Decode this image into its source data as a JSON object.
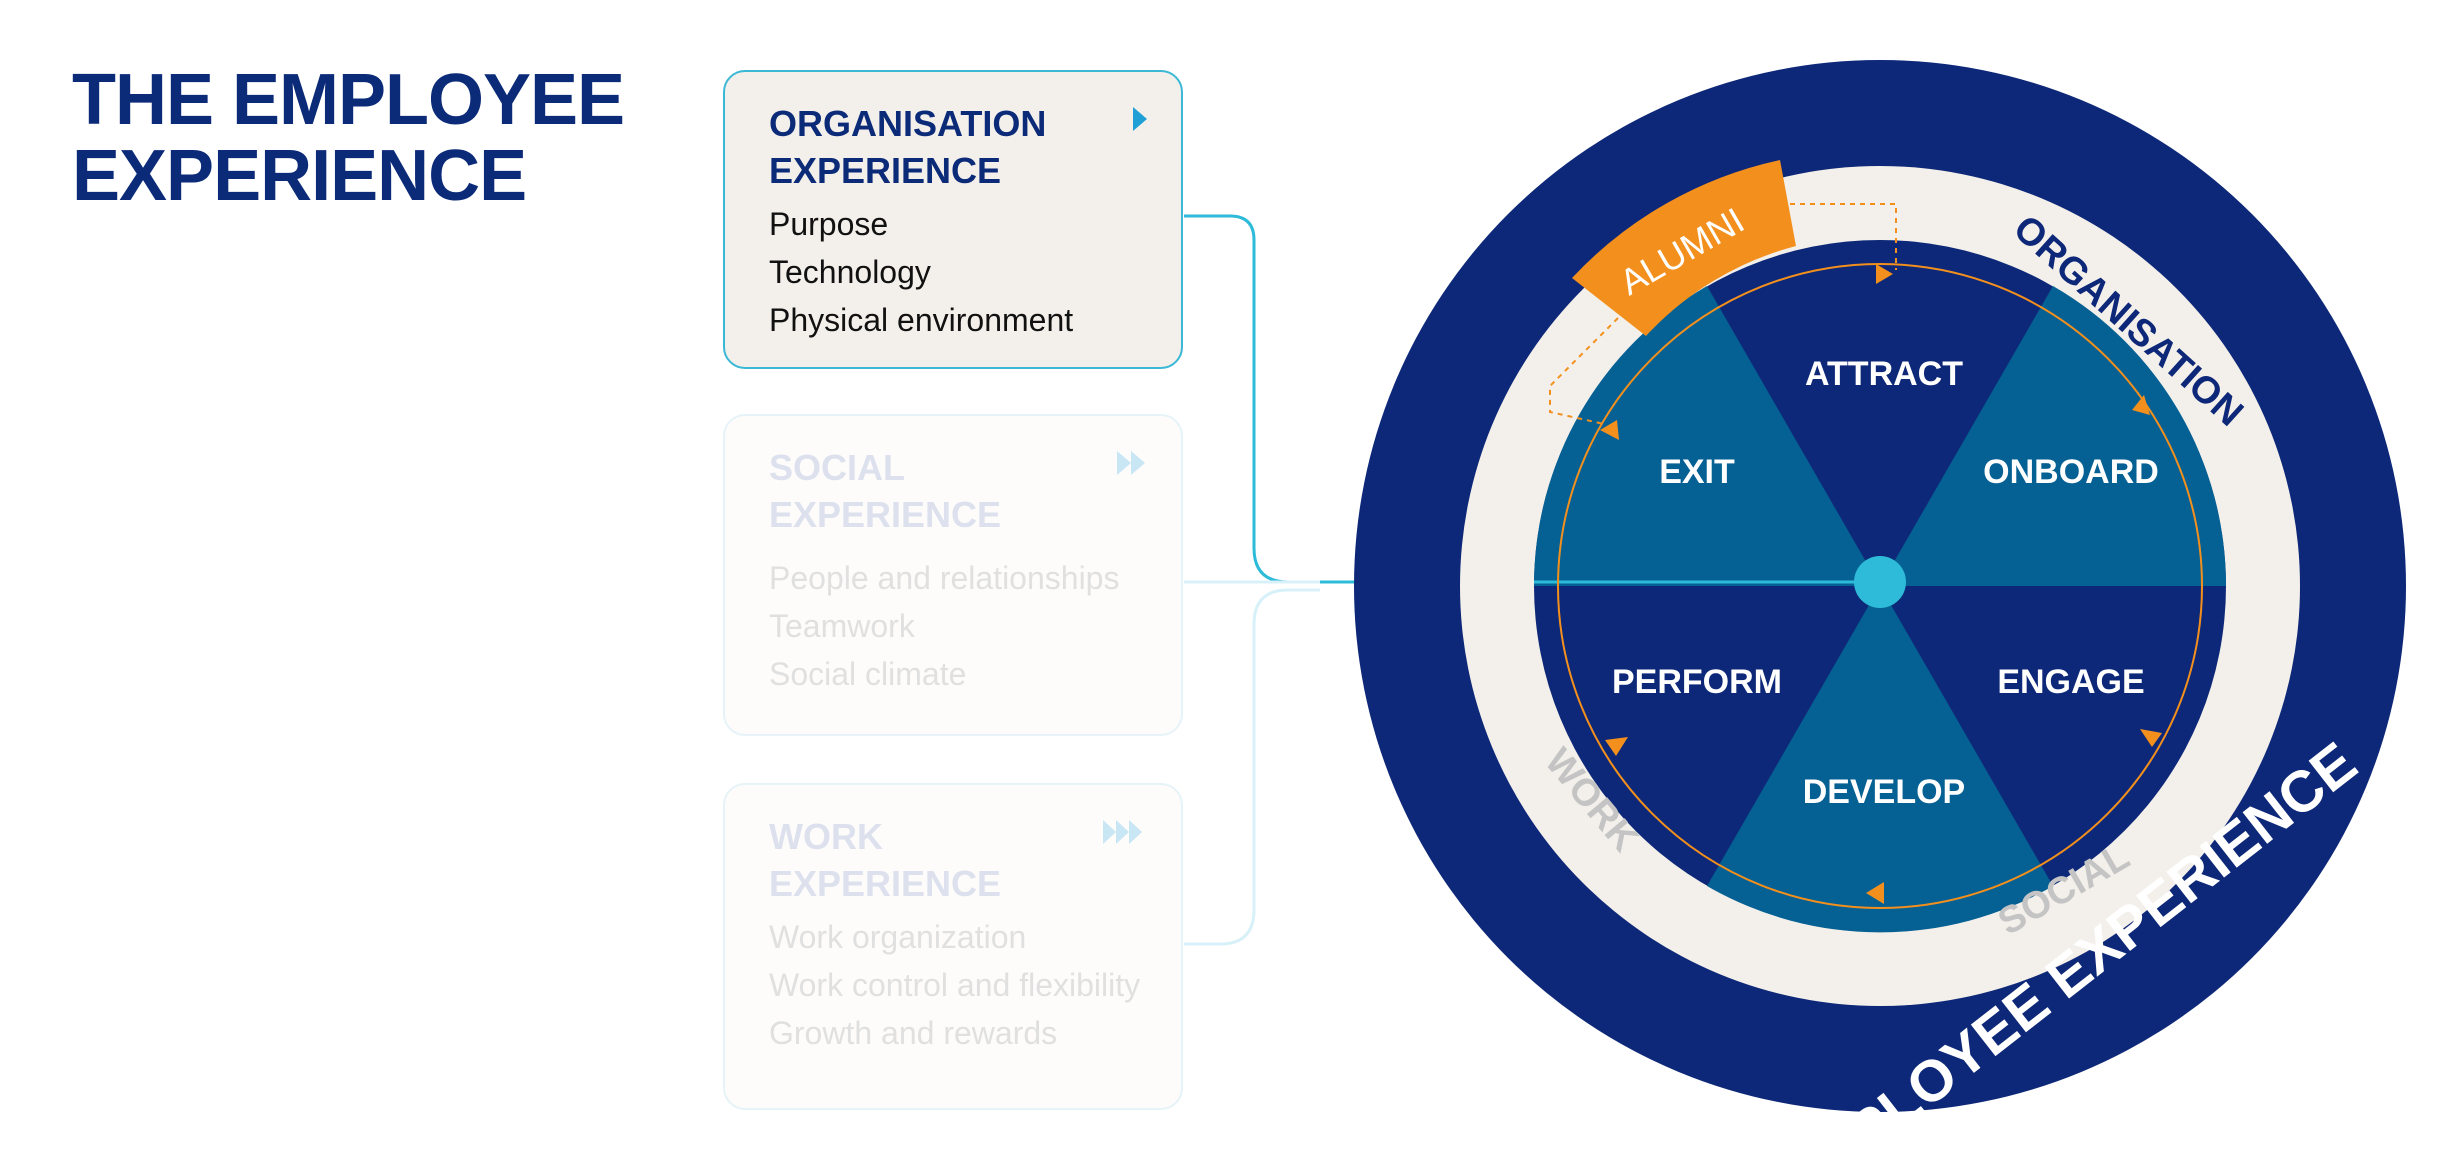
{
  "title": {
    "line1": "THE EMPLOYEE",
    "line2": "EXPERIENCE"
  },
  "cards": {
    "organisation": {
      "title_line1": "ORGANISATION",
      "title_line2": "EXPERIENCE",
      "items": [
        "Purpose",
        "Technology",
        "Physical environment"
      ]
    },
    "social": {
      "title_line1": "SOCIAL",
      "title_line2": "EXPERIENCE",
      "items": [
        "People and relationships",
        "Teamwork",
        "Social climate"
      ]
    },
    "work": {
      "title_line1": "WORK",
      "title_line2": "EXPERIENCE",
      "items": [
        "Work organization",
        "Work control and flexibility",
        "Growth and rewards"
      ]
    }
  },
  "wheel": {
    "segments": {
      "attract": "ATTRACT",
      "onboard": "ONBOARD",
      "engage": "ENGAGE",
      "develop": "DEVELOP",
      "perform": "PERFORM",
      "exit": "EXIT"
    },
    "ring_labels": {
      "organisation": "ORGANISATION",
      "social": "SOCIAL",
      "work": "WORK",
      "alumni": "ALUMNI"
    },
    "outer_label": "EMPLOYEE EXPERIENCE"
  },
  "colors": {
    "navy": "#0d2878",
    "segment_blue": "#056094",
    "light_ring": "#f3efea",
    "orange": "#f3901d",
    "cyan": "#2ebbd9",
    "title_navy": "#0b2a78",
    "ring_label_gray": "#c4c4c4"
  }
}
